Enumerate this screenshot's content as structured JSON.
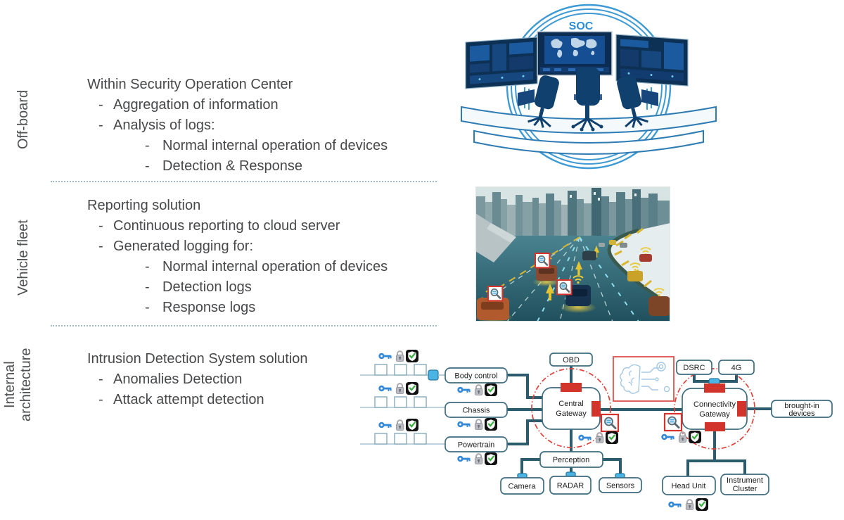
{
  "ui": {
    "bullet_marker": "-"
  },
  "sections": [
    {
      "label": "Off-board",
      "title": "Within Security Operation Center",
      "bullets": [
        {
          "level": 1,
          "text": "Aggregation of information"
        },
        {
          "level": 1,
          "text": "Analysis of logs:"
        },
        {
          "level": 2,
          "text": "Normal internal operation of devices"
        },
        {
          "level": 2,
          "text": "Detection & Response"
        }
      ]
    },
    {
      "label": "Vehicle fleet",
      "title": "Reporting solution",
      "bullets": [
        {
          "level": 1,
          "text": "Continuous reporting to cloud server"
        },
        {
          "level": 1,
          "text": "Generated logging for:"
        },
        {
          "level": 2,
          "text": "Normal internal operation of devices"
        },
        {
          "level": 2,
          "text": "Detection logs"
        },
        {
          "level": 2,
          "text": "Response logs"
        }
      ]
    },
    {
      "label": "Internal architecture",
      "title": "Intrusion Detection System solution",
      "bullets": [
        {
          "level": 1,
          "text": "Anomalies Detection"
        },
        {
          "level": 1,
          "text": "Attack attempt detection"
        }
      ]
    }
  ],
  "soc": {
    "label": "SOC"
  },
  "diagram": {
    "nodes": {
      "body_control": "Body control",
      "chassis": "Chassis",
      "powertrain": "Powertrain",
      "obd": "OBD",
      "central_gateway_line1": "Central",
      "central_gateway_line2": "Gateway",
      "dsrc": "DSRC",
      "four_g": "4G",
      "connectivity_gateway_line1": "Connectivity",
      "connectivity_gateway_line2": "Gateway",
      "brought_in_line1": "brought-in",
      "brought_in_line2": "devices",
      "perception": "Perception",
      "camera": "Camera",
      "radar": "RADAR",
      "sensors": "Sensors",
      "head_unit": "Head Unit",
      "instrument_cluster_line1": "Instrument",
      "instrument_cluster_line2": "Cluster"
    }
  },
  "colors": {
    "accent_red": "#d2342b",
    "dashed_circle_red": "#e04038",
    "line_teal": "#2b5b6d",
    "box_border": "#3c6c80",
    "connector_cyan": "#4ab5e5",
    "soc_blue": "#2e8fd4",
    "shield_check_green": "#3cb043",
    "key_blue": "#3488d8"
  }
}
